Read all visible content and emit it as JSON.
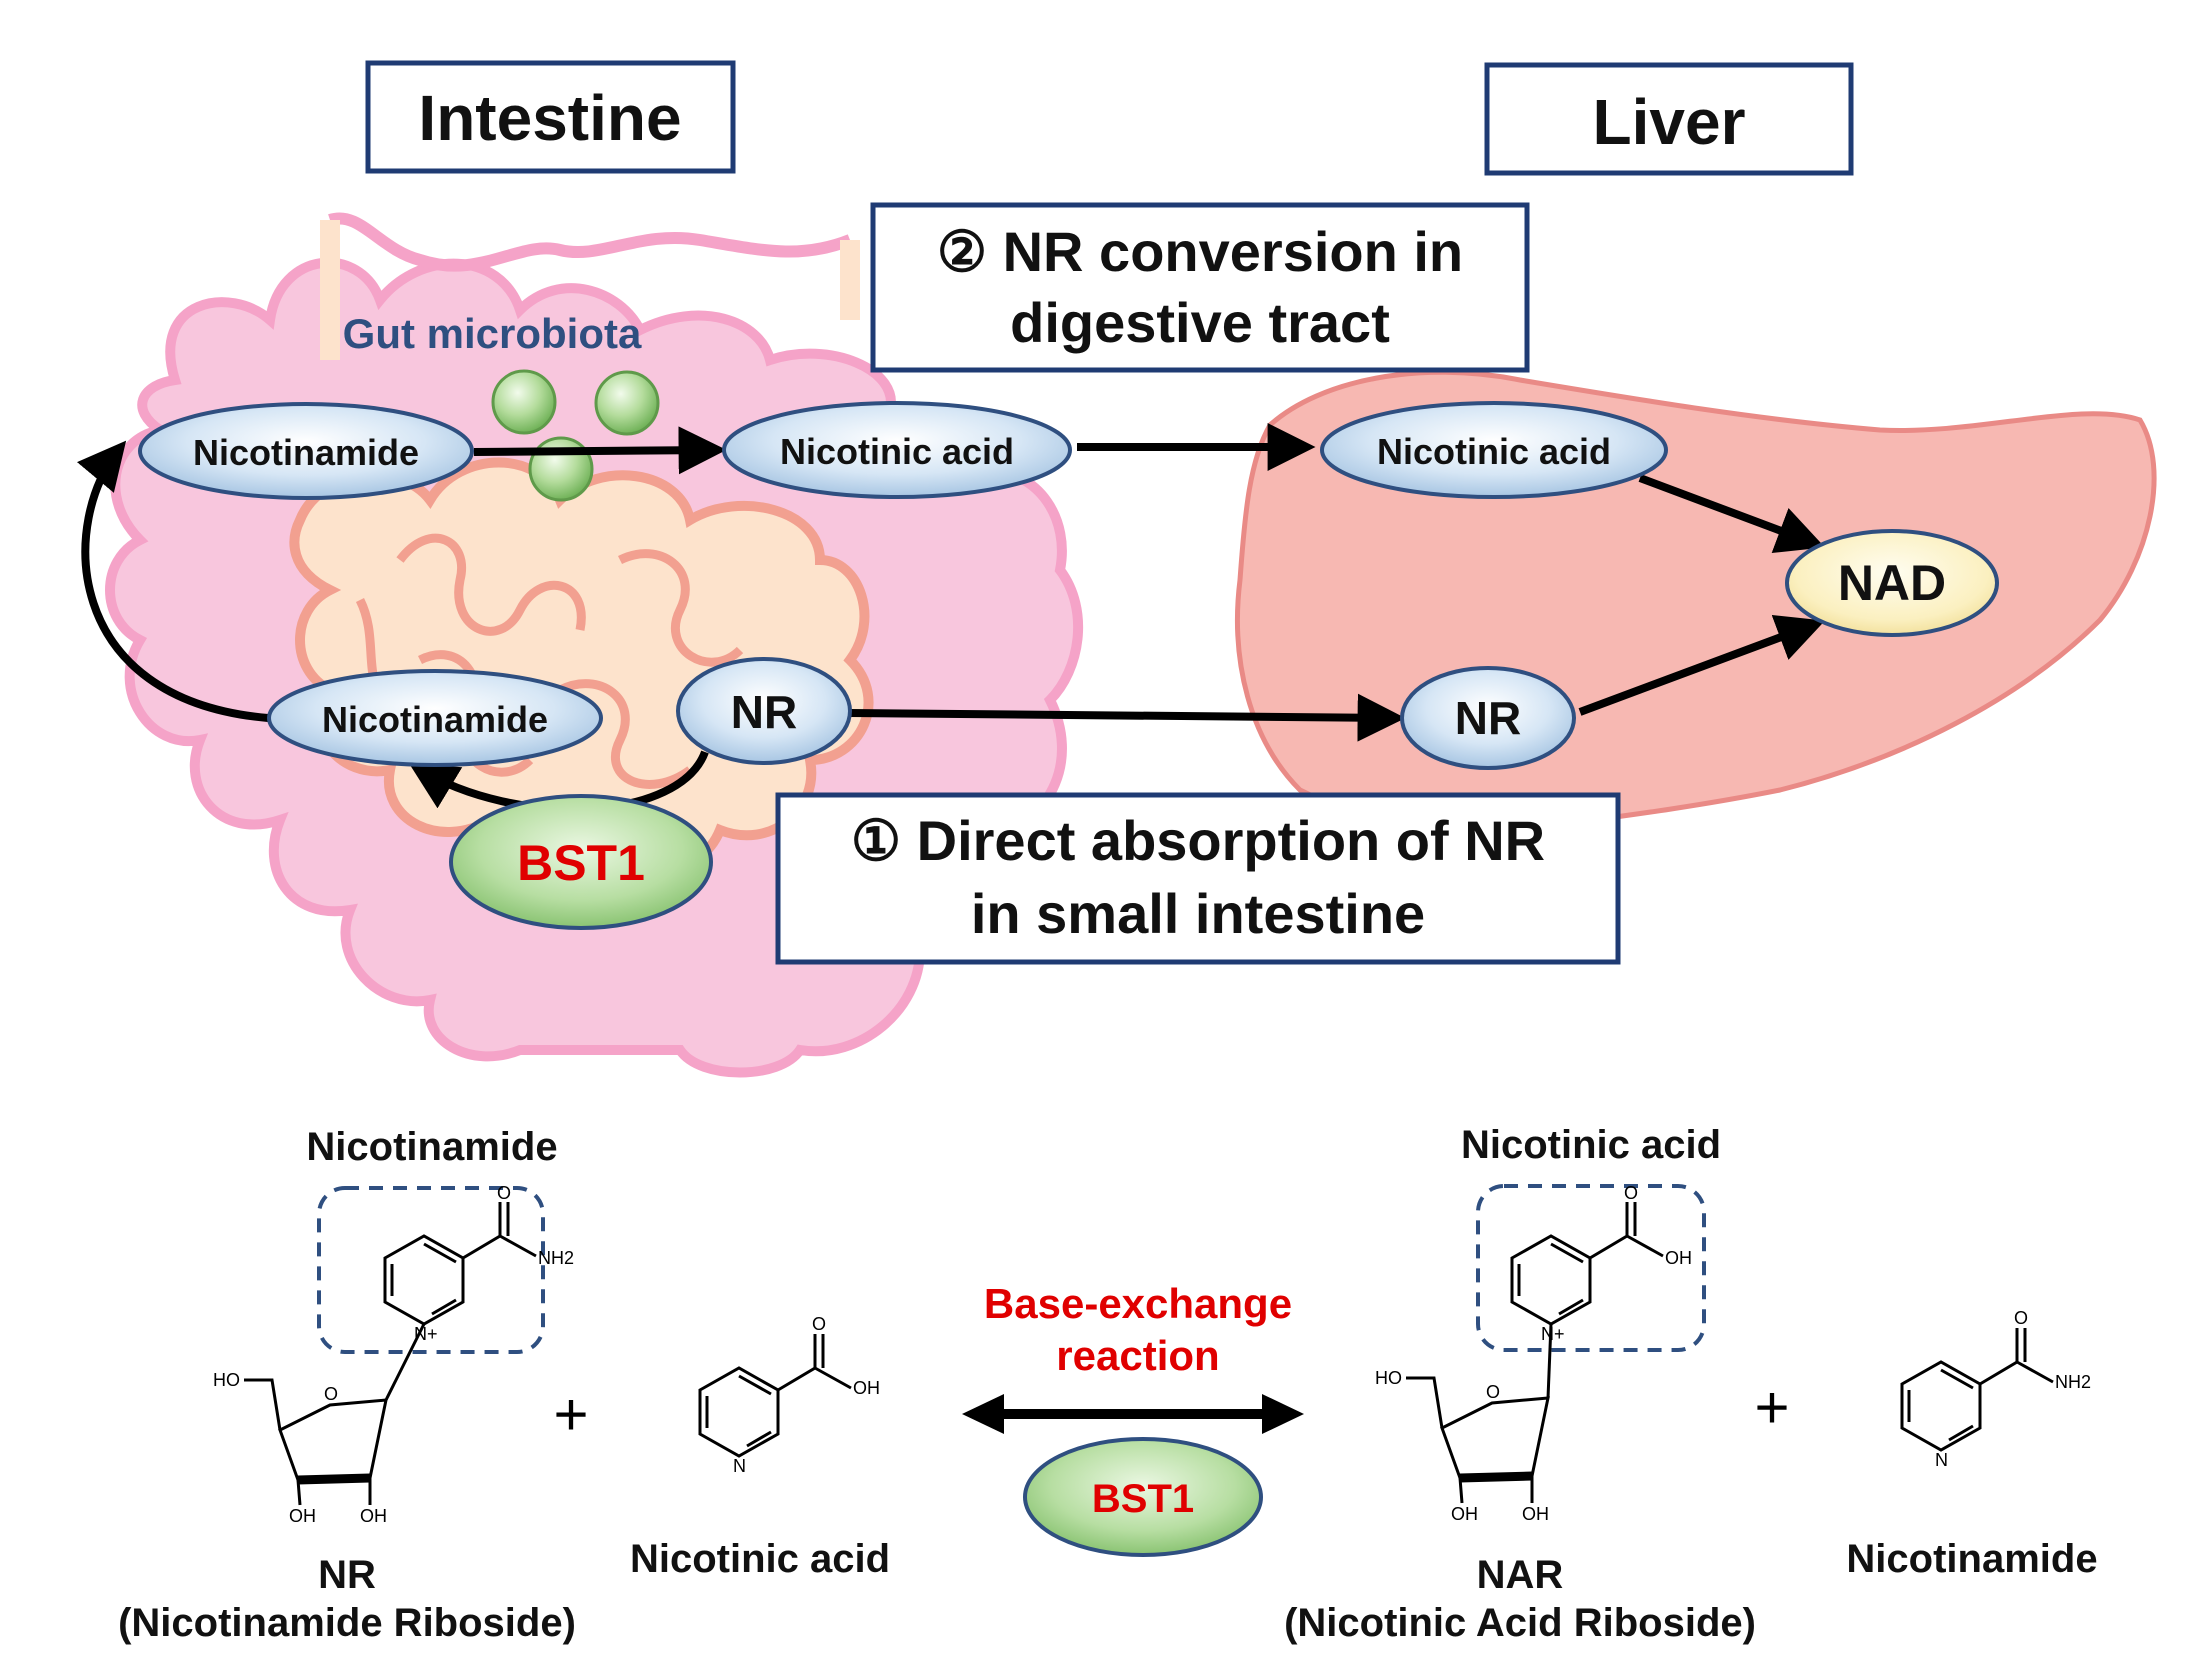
{
  "organs": {
    "intestine_title": "Intestine",
    "liver_title": "Liver"
  },
  "pathways": {
    "pathway2_line1": "② NR conversion in",
    "pathway2_line2": "digestive tract",
    "pathway1_line1": "① Direct absorption of NR",
    "pathway1_line2": "in small intestine"
  },
  "labels": {
    "gut_microbiota": "Gut microbiota",
    "intestine_nicotinamide_top": "Nicotinamide",
    "intestine_nicotinic_acid": "Nicotinic acid",
    "intestine_nicotinamide_bottom": "Nicotinamide",
    "intestine_nr": "NR",
    "liver_nicotinic_acid": "Nicotinic acid",
    "liver_nr": "NR",
    "nad": "NAD",
    "enzyme_top": "BST1"
  },
  "reaction": {
    "left_moiety_label": "Nicotinamide",
    "right_moiety_label": "Nicotinic acid",
    "reactant1_name": "NR",
    "reactant1_full": "(Nicotinamide Riboside)",
    "reactant2_name": "Nicotinic acid",
    "product1_name": "NAR",
    "product1_full": "(Nicotinic Acid Riboside)",
    "product2_name": "Nicotinamide",
    "reaction_line1": "Base-exchange",
    "reaction_line2": "reaction",
    "enzyme_bottom": "BST1",
    "plus_sign": "+"
  },
  "atoms": {
    "nh2": "NH2",
    "oh": "OH",
    "ho": "HO",
    "o": "O",
    "n": "N",
    "n_plus": "N+"
  },
  "colors": {
    "intestine_pink": "#f5a3c8",
    "intestine_fill": "#f8c6dd",
    "small_intestine_fill": "#fde3cc",
    "small_intestine_stroke": "#f2a090",
    "liver_fill": "#f7b8b2",
    "liver_stroke": "#e98a86",
    "node_blue": "#cfe0f2",
    "node_stroke": "#2f4f80",
    "nad_fill": "#fbf0c0",
    "enzyme_green": "#9fd18a",
    "enzyme_text_red": "#e00000",
    "microbiota_title_blue": "#2f4f80",
    "title_box_stroke": "#1f3b73",
    "reaction_red": "#e00000",
    "dashed_box": "#2f4f80"
  }
}
